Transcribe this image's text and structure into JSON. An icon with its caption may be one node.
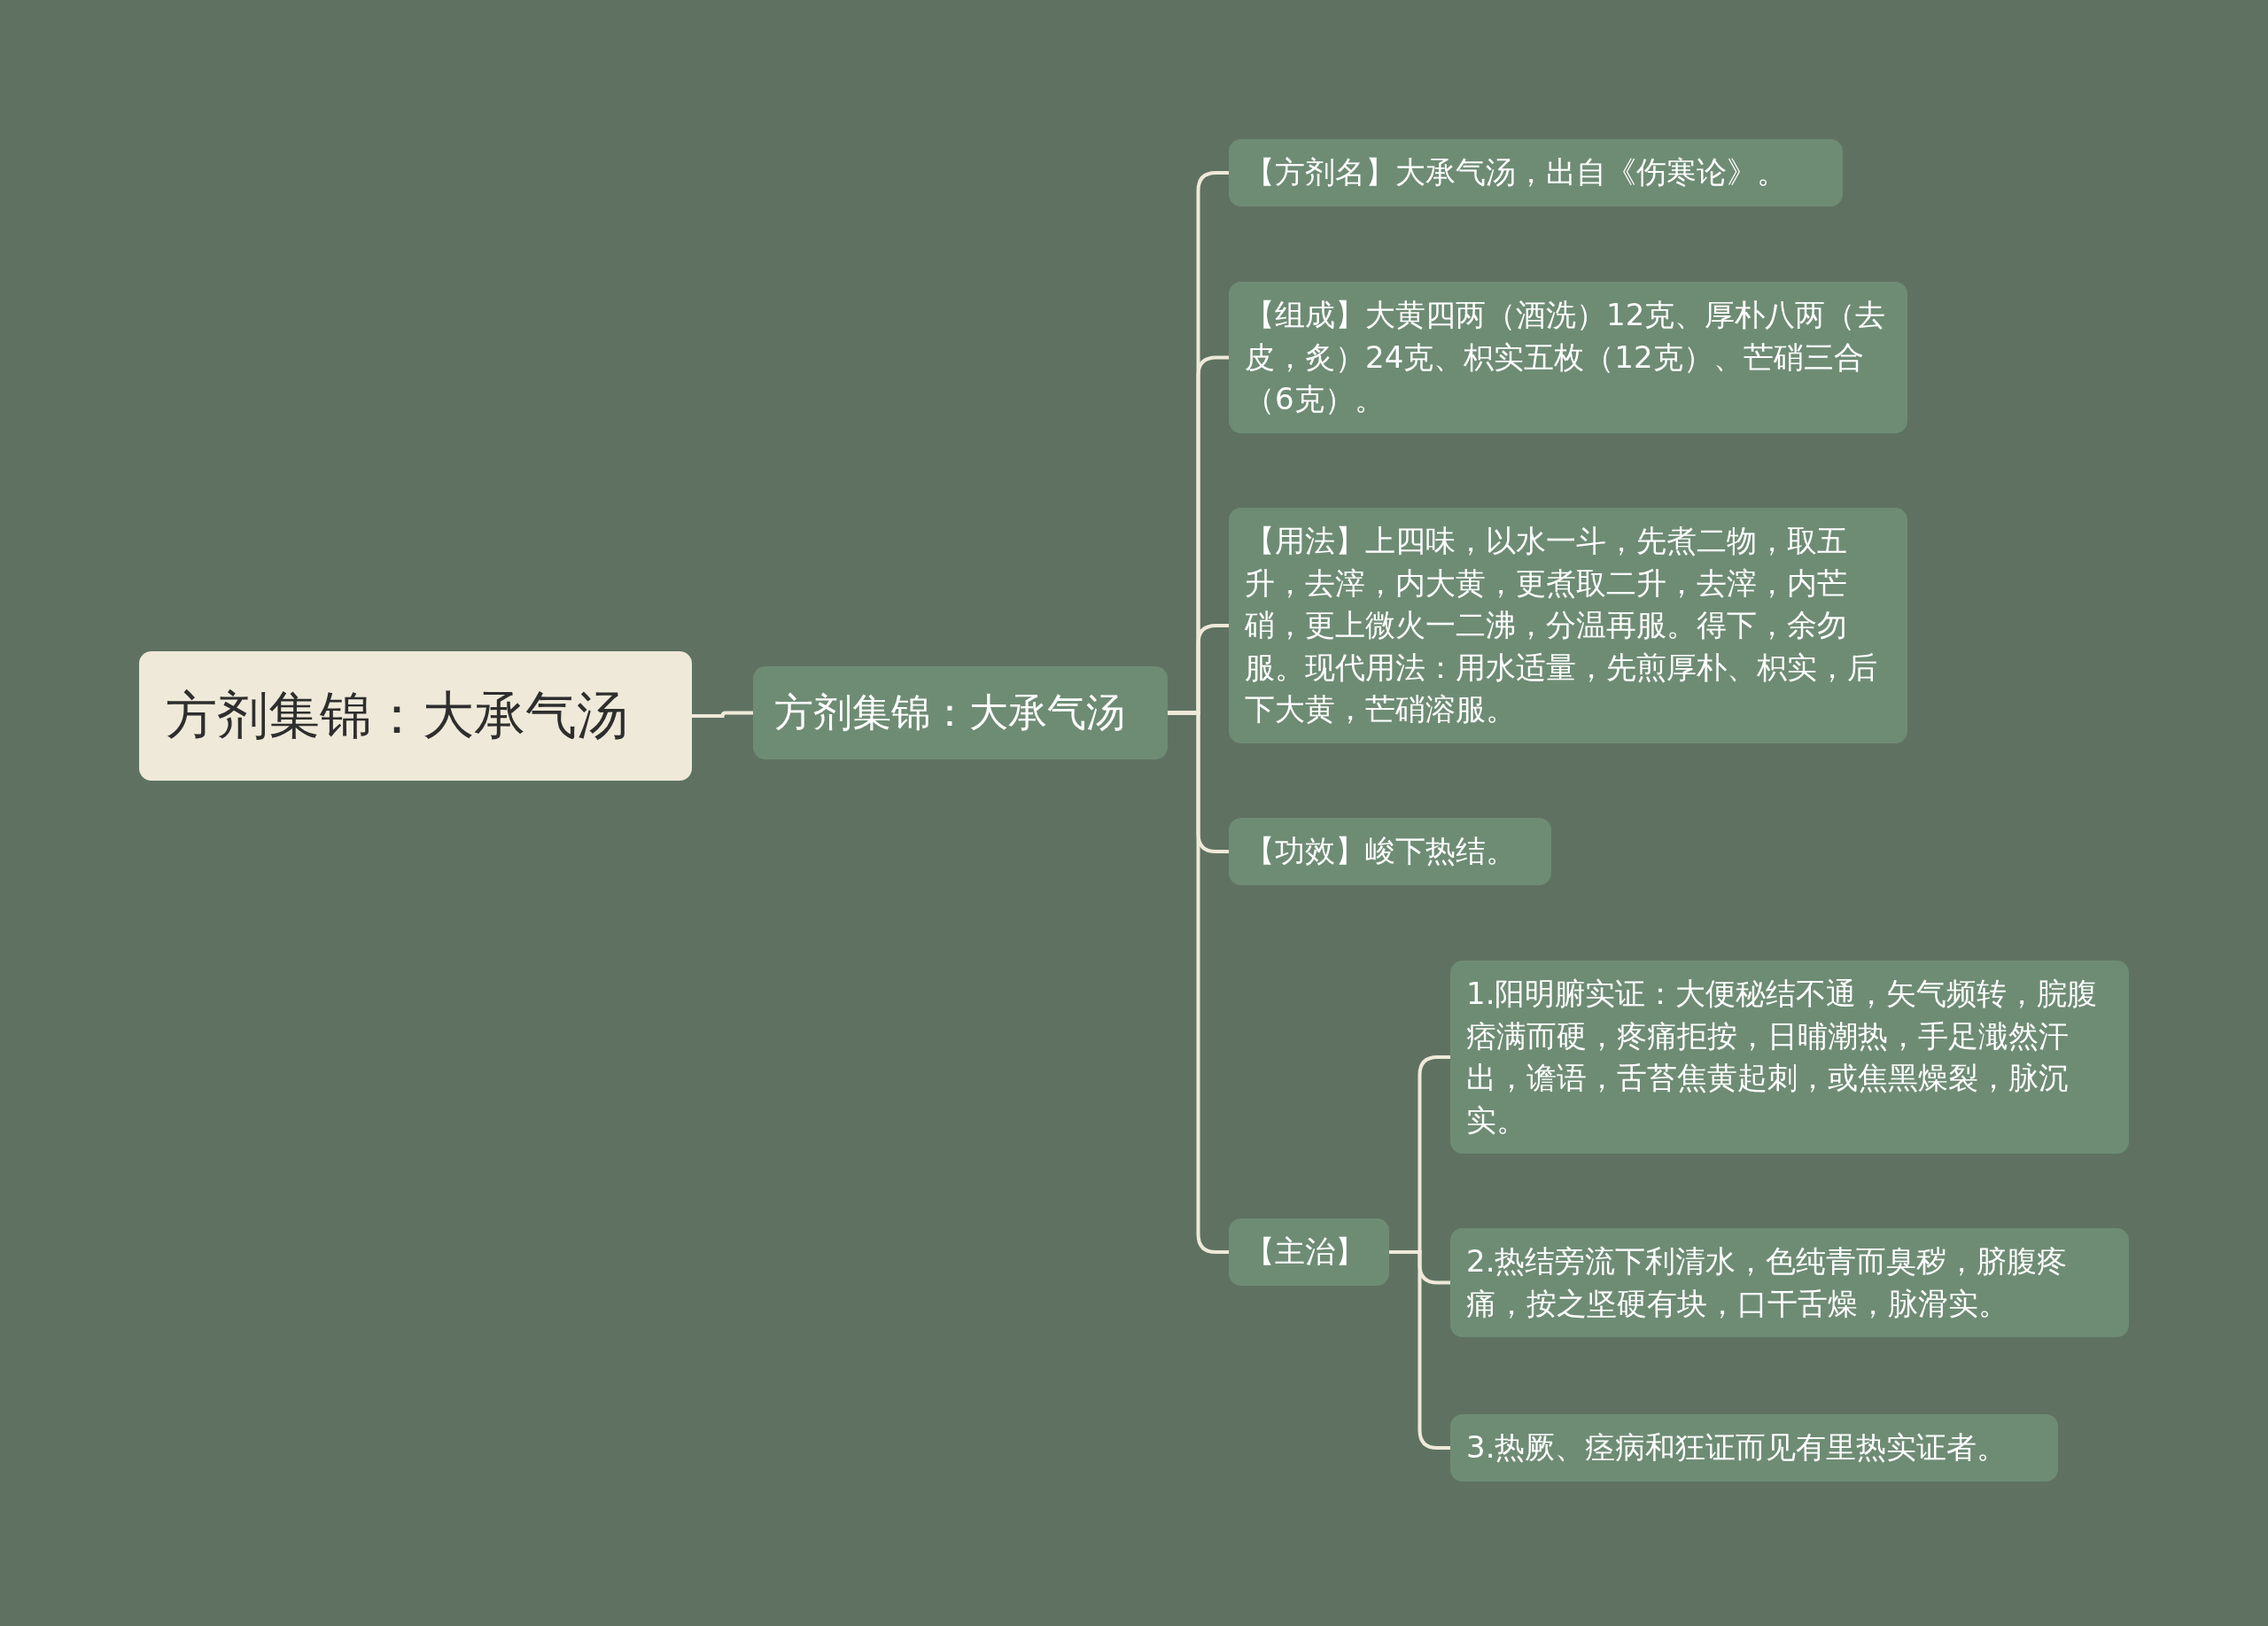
{
  "diagram": {
    "nodes": [
      {
        "text": [
          "方剂集锦：大承气汤"
        ]
      },
      {
        "text": [
          "方剂集锦：大承气汤"
        ]
      },
      {
        "text": [
          "【方剂名】大承气汤，出自《伤寒论》。"
        ]
      },
      {
        "text": [
          "【组成】大黄四两（酒洗）12克、厚朴八两（去皮，炙）24克、枳实五枚（12克）、芒硝三合（6克）。"
        ]
      },
      {
        "text": [
          "【用法】上四味，以水一斗，先煮二物，取五升，去滓，内大黄，更煮取二升，去滓，内芒硝，更上微火一二沸，分温再服。得下，余勿服。现代用法：用水适量，先煎厚朴、枳实，后下大黄，芒硝溶服。"
        ]
      },
      {
        "text": [
          "【功效】峻下热结。"
        ]
      },
      {
        "text": [
          "【主治】"
        ]
      },
      {
        "text": [
          "1.阳明腑实证：大便秘结不通，矢气频转，脘腹痞满而硬，疼痛拒按，日晡潮热，手足濈然汗出，谵语，舌苔焦黄起刺，或焦黑燥裂，脉沉实。"
        ]
      },
      {
        "text": [
          "2.热结旁流下利清水，色纯青而臭秽，脐腹疼痛，按之坚硬有块，口干舌燥，脉滑实。"
        ]
      },
      {
        "text": [
          "3.热厥、痉病和狂证而见有里热实证者。"
        ]
      }
    ],
    "edges": [
      {
        "from": 0,
        "to": 1,
        "arrow": "none"
      },
      {
        "from": 1,
        "to": 2,
        "arrow": "none"
      },
      {
        "from": 1,
        "to": 3,
        "arrow": "none"
      },
      {
        "from": 1,
        "to": 4,
        "arrow": "none"
      },
      {
        "from": 1,
        "to": 5,
        "arrow": "none"
      },
      {
        "from": 1,
        "to": 6,
        "arrow": "none"
      },
      {
        "from": 6,
        "to": 7,
        "arrow": "none"
      },
      {
        "from": 6,
        "to": 8,
        "arrow": "none"
      },
      {
        "from": 6,
        "to": 9,
        "arrow": "none"
      }
    ]
  }
}
